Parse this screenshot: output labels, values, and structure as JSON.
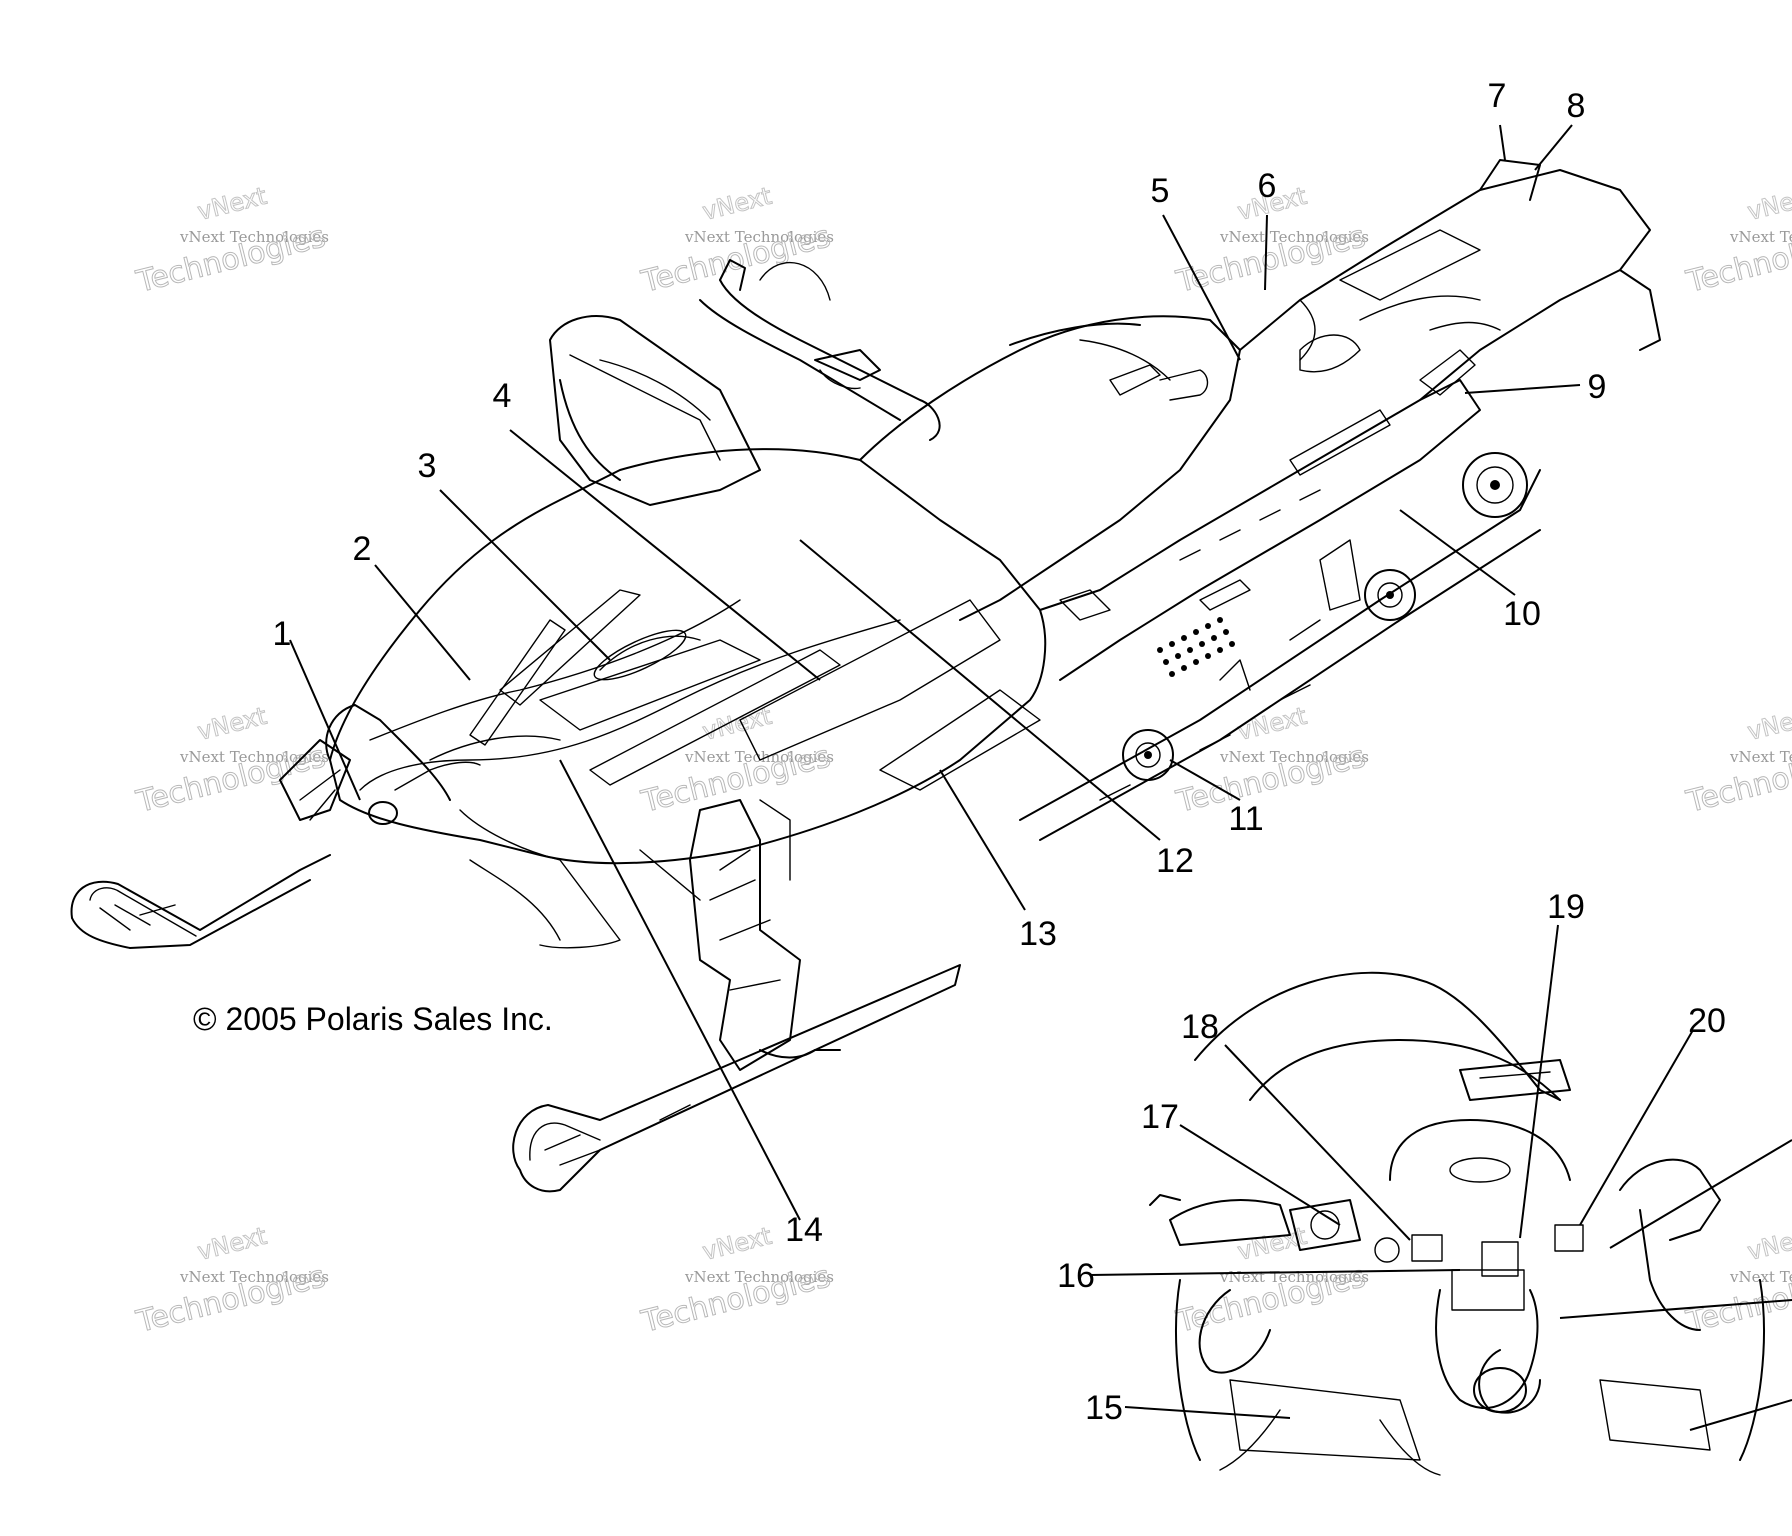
{
  "diagram": {
    "copyright": "© 2005 Polaris Sales Inc.",
    "watermark": {
      "line1": "vNext Technologies",
      "line2": "Technologies",
      "line3": "vNext"
    },
    "callouts": [
      "1",
      "2",
      "3",
      "4",
      "5",
      "6",
      "7",
      "8",
      "9",
      "10",
      "11",
      "12",
      "13",
      "14",
      "15",
      "16",
      "17",
      "18",
      "19",
      "20"
    ]
  }
}
